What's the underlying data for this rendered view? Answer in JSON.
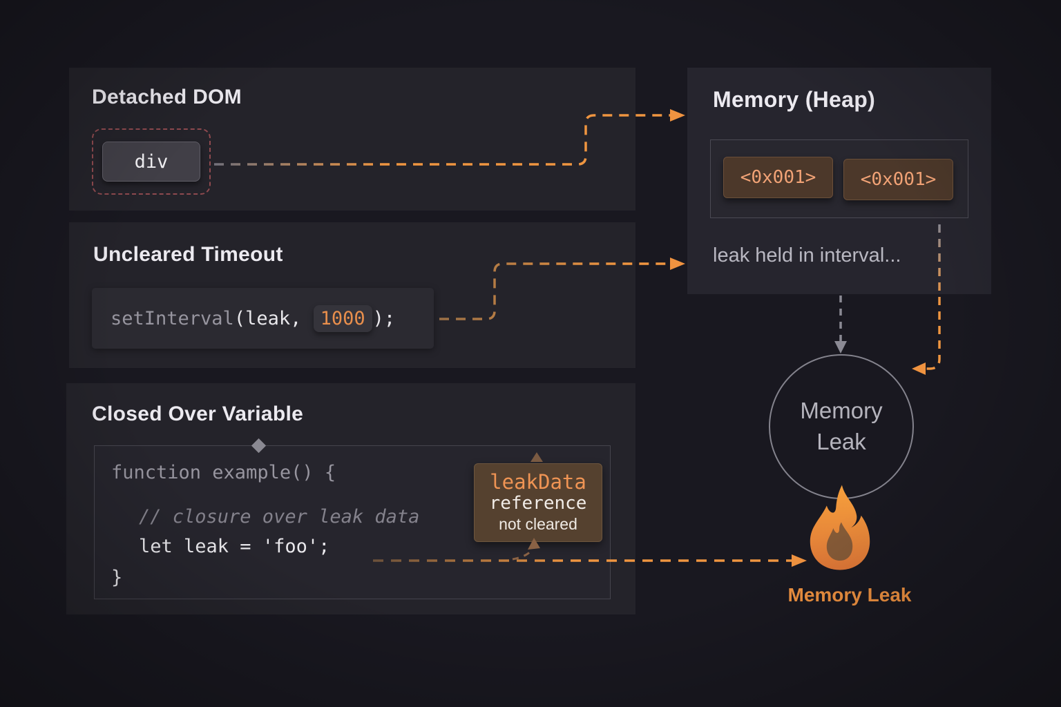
{
  "panels": {
    "detached_dom": {
      "title": "Detached DOM",
      "node_label": "div"
    },
    "uncleared_timeout": {
      "title": "Uncleared Timeout",
      "code_fn": "setInterval",
      "code_open": "(leak, ",
      "code_interval": "1000",
      "code_close": ");"
    },
    "closed_over": {
      "title": "Closed Over Variable",
      "line_fn": "function example() {",
      "line_comment": "// closure over leak data",
      "line_let": "let leak = 'foo';",
      "line_brace": "}"
    }
  },
  "heap": {
    "title": "Memory (Heap)",
    "addresses": [
      "<0x001>",
      "<0x001>"
    ],
    "caption": "leak held in interval..."
  },
  "note_box": {
    "line1": "leakData",
    "line2": "reference",
    "line3": "not cleared"
  },
  "leak_circle": {
    "line1": "Memory",
    "line2": "Leak"
  },
  "flame_label": "Memory Leak",
  "colors": {
    "background": "#191820",
    "panel": "#24232a",
    "accent_orange": "#ef9540",
    "red_dashed_outline": "#8f4a4f",
    "chip_background": "#4c382a",
    "chip_text": "#f2a376",
    "muted_text": "#b9b8c2",
    "code_muted": "#97959f",
    "heading_text": "#eceaf0",
    "note_background": "#55412f",
    "circle_border": "#84838d"
  }
}
